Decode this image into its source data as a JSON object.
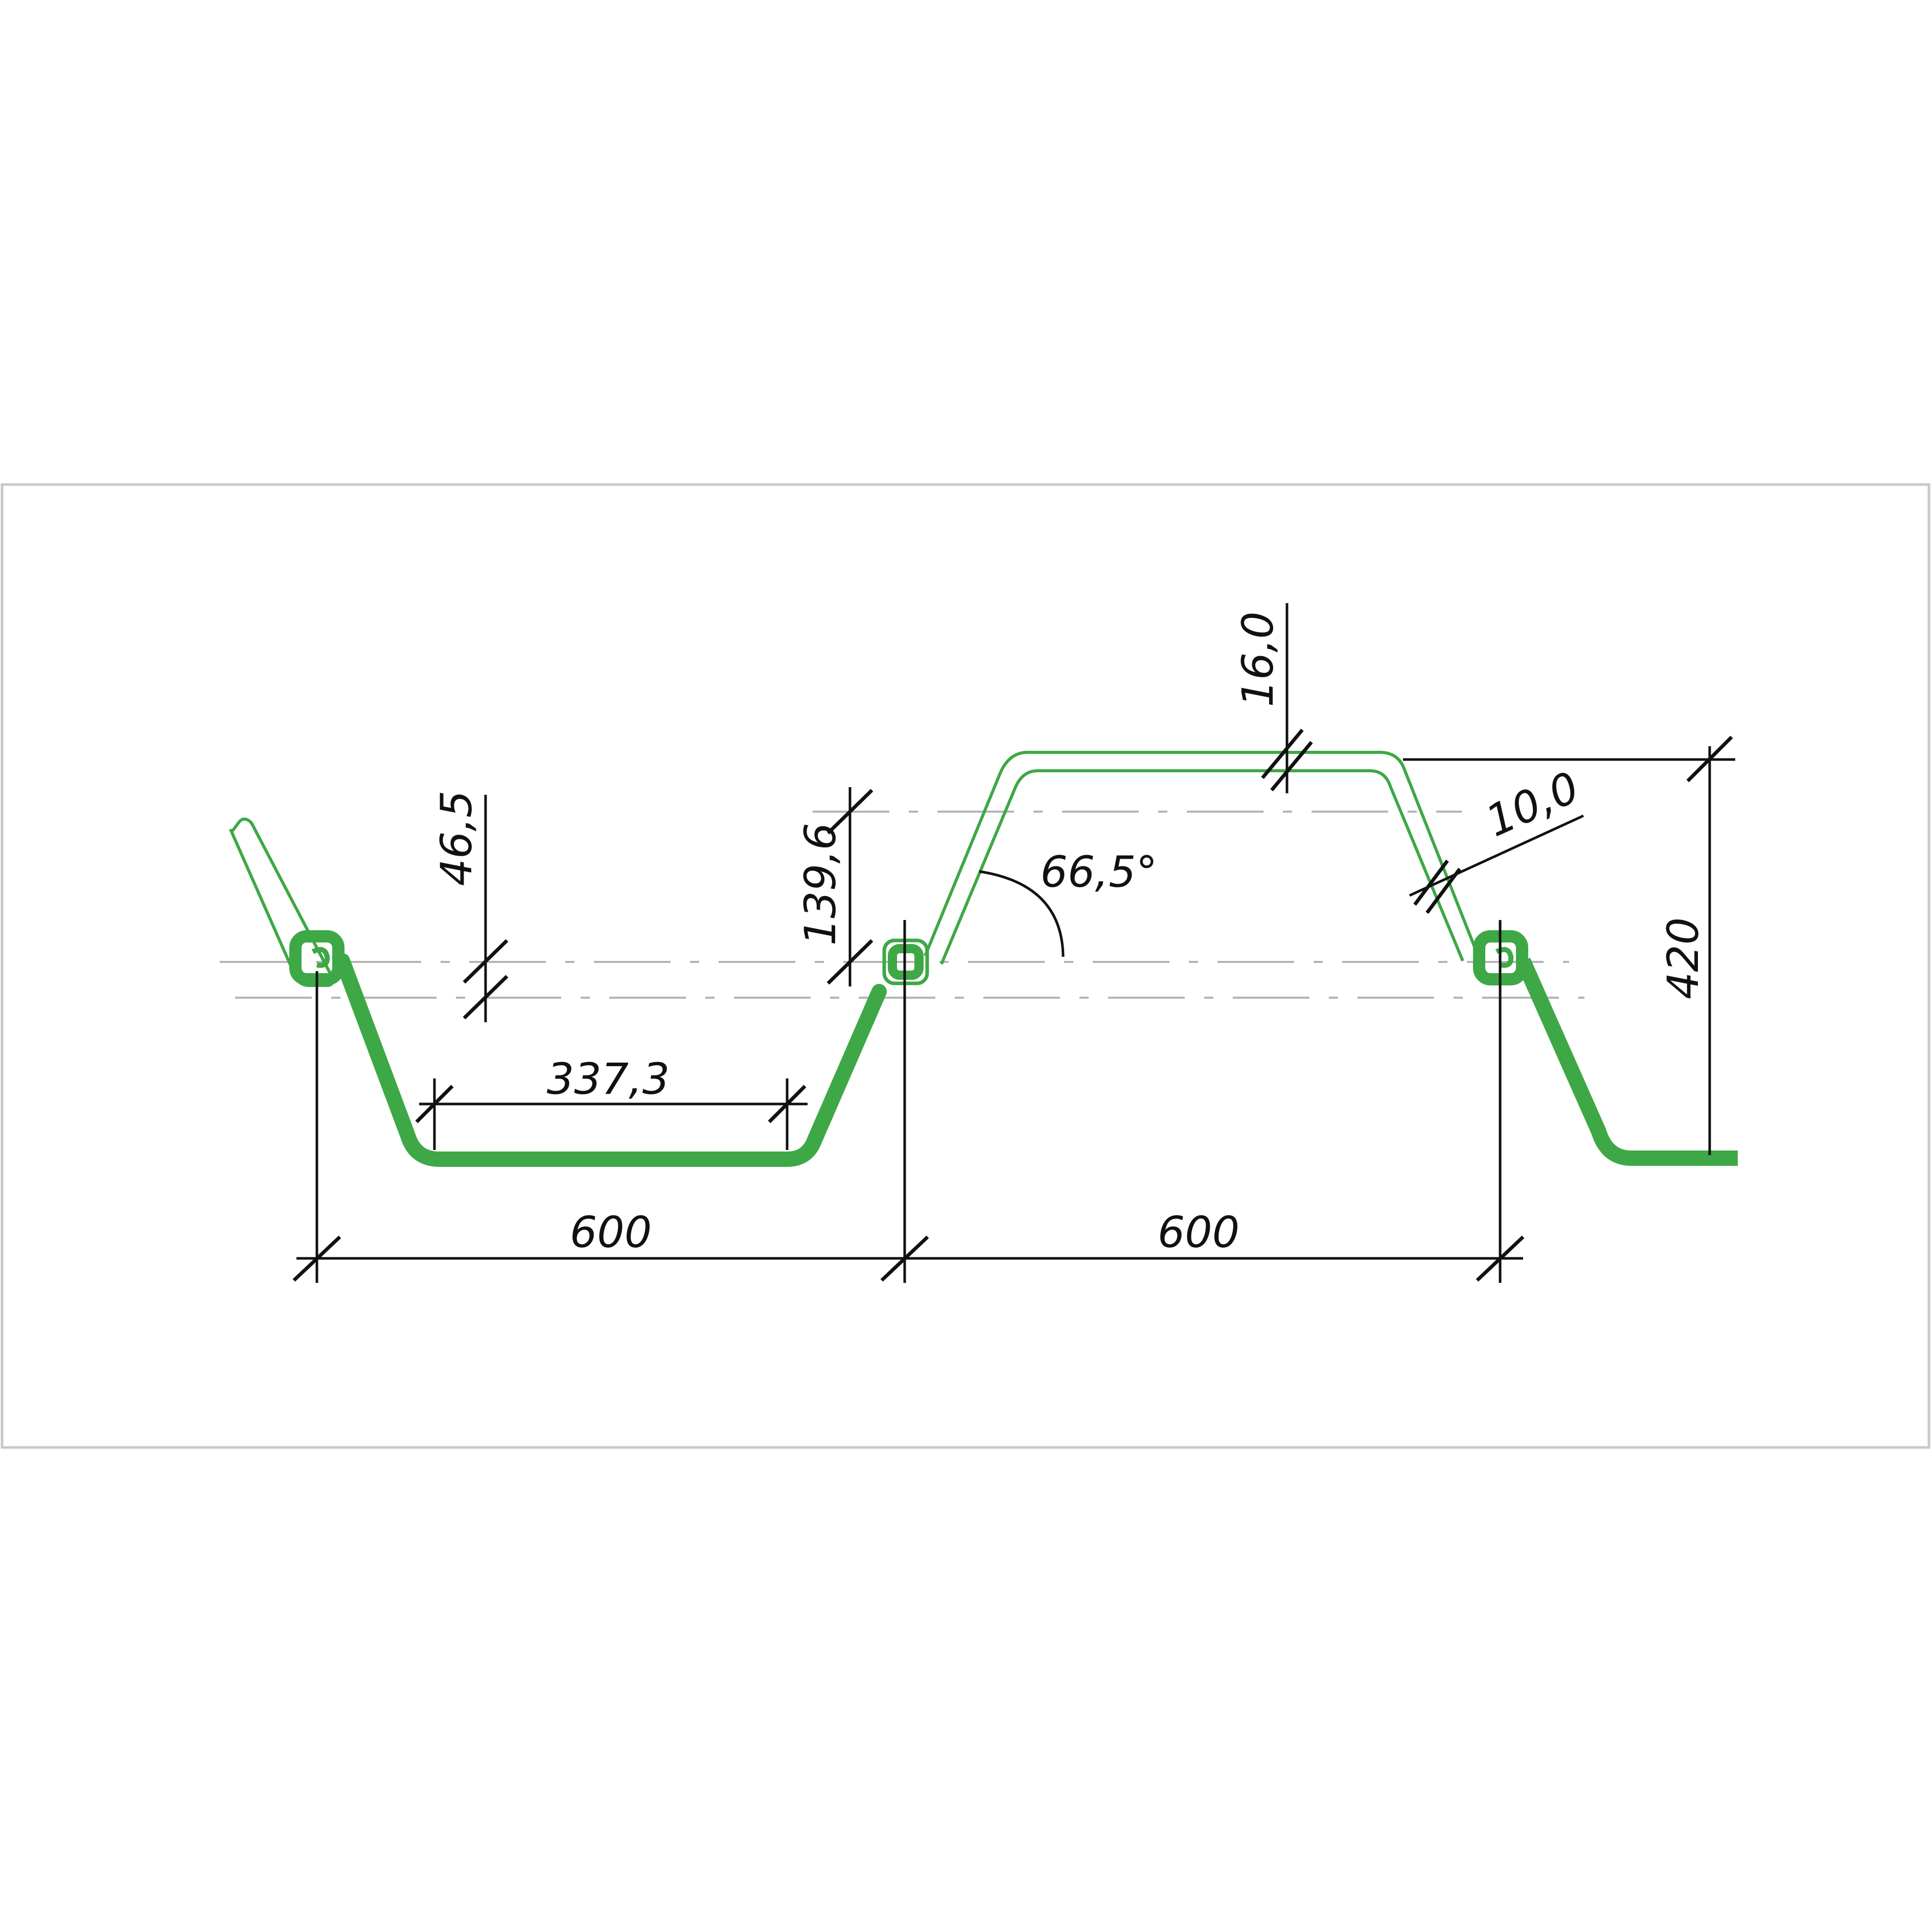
{
  "colors": {
    "profile": "#3ea846",
    "dimension": "#111111",
    "frame": "#c8c8c8",
    "axis": "#b4b4b4"
  },
  "dimensions": {
    "pitch_left": "600",
    "pitch_right": "600",
    "flange_width": "337,3",
    "height": "420",
    "axis_offset": "46,5",
    "lock_height": "139,6",
    "web_angle": "66,5°",
    "flange_thickness": "16,0",
    "web_thickness": "10,0"
  }
}
